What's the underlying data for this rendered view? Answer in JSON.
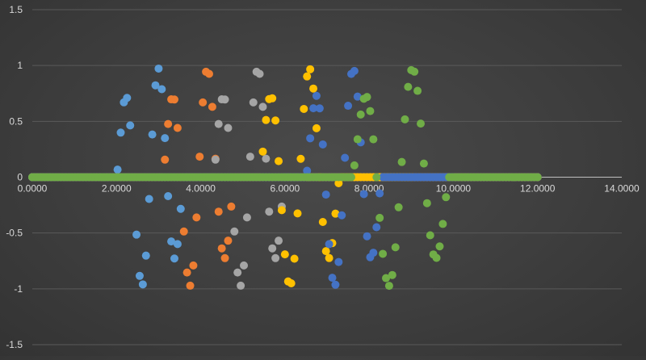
{
  "chart_data": {
    "type": "scatter",
    "title": "",
    "xlabel": "",
    "ylabel": "",
    "xlim": [
      0,
      14
    ],
    "ylim": [
      -1.5,
      1.5
    ],
    "xticks": [
      "0.0000",
      "2.0000",
      "4.0000",
      "6.0000",
      "8.0000",
      "10.0000",
      "12.0000",
      "14.0000"
    ],
    "yticks": [
      "-1.5",
      "-1",
      "-0.5",
      "0",
      "0.5",
      "1",
      "1.5"
    ],
    "grid": "horizontal",
    "legend": "none",
    "series": [
      {
        "color": "#5b9bd5",
        "x_start": 0,
        "x_end": 12.0,
        "wave_start": 2.0,
        "wave_end": 3.6
      },
      {
        "color": "#ed7d31",
        "x_start": 0,
        "x_end": 12.0,
        "wave_start": 3.1,
        "wave_end": 4.8
      },
      {
        "color": "#a5a5a5",
        "x_start": 0,
        "x_end": 12.0,
        "wave_start": 4.3,
        "wave_end": 6.0
      },
      {
        "color": "#ffc000",
        "x_start": 0,
        "x_end": 9.0,
        "wave_start": 5.4,
        "wave_end": 7.3
      },
      {
        "color": "#4472c4",
        "x_start": 0,
        "x_end": 10.0,
        "wave_start": 6.5,
        "wave_end": 8.3
      },
      {
        "color": "#70ad47",
        "x_start": 0,
        "x_end": 12.0,
        "wave_start": 7.6,
        "wave_end": 9.9
      }
    ]
  }
}
